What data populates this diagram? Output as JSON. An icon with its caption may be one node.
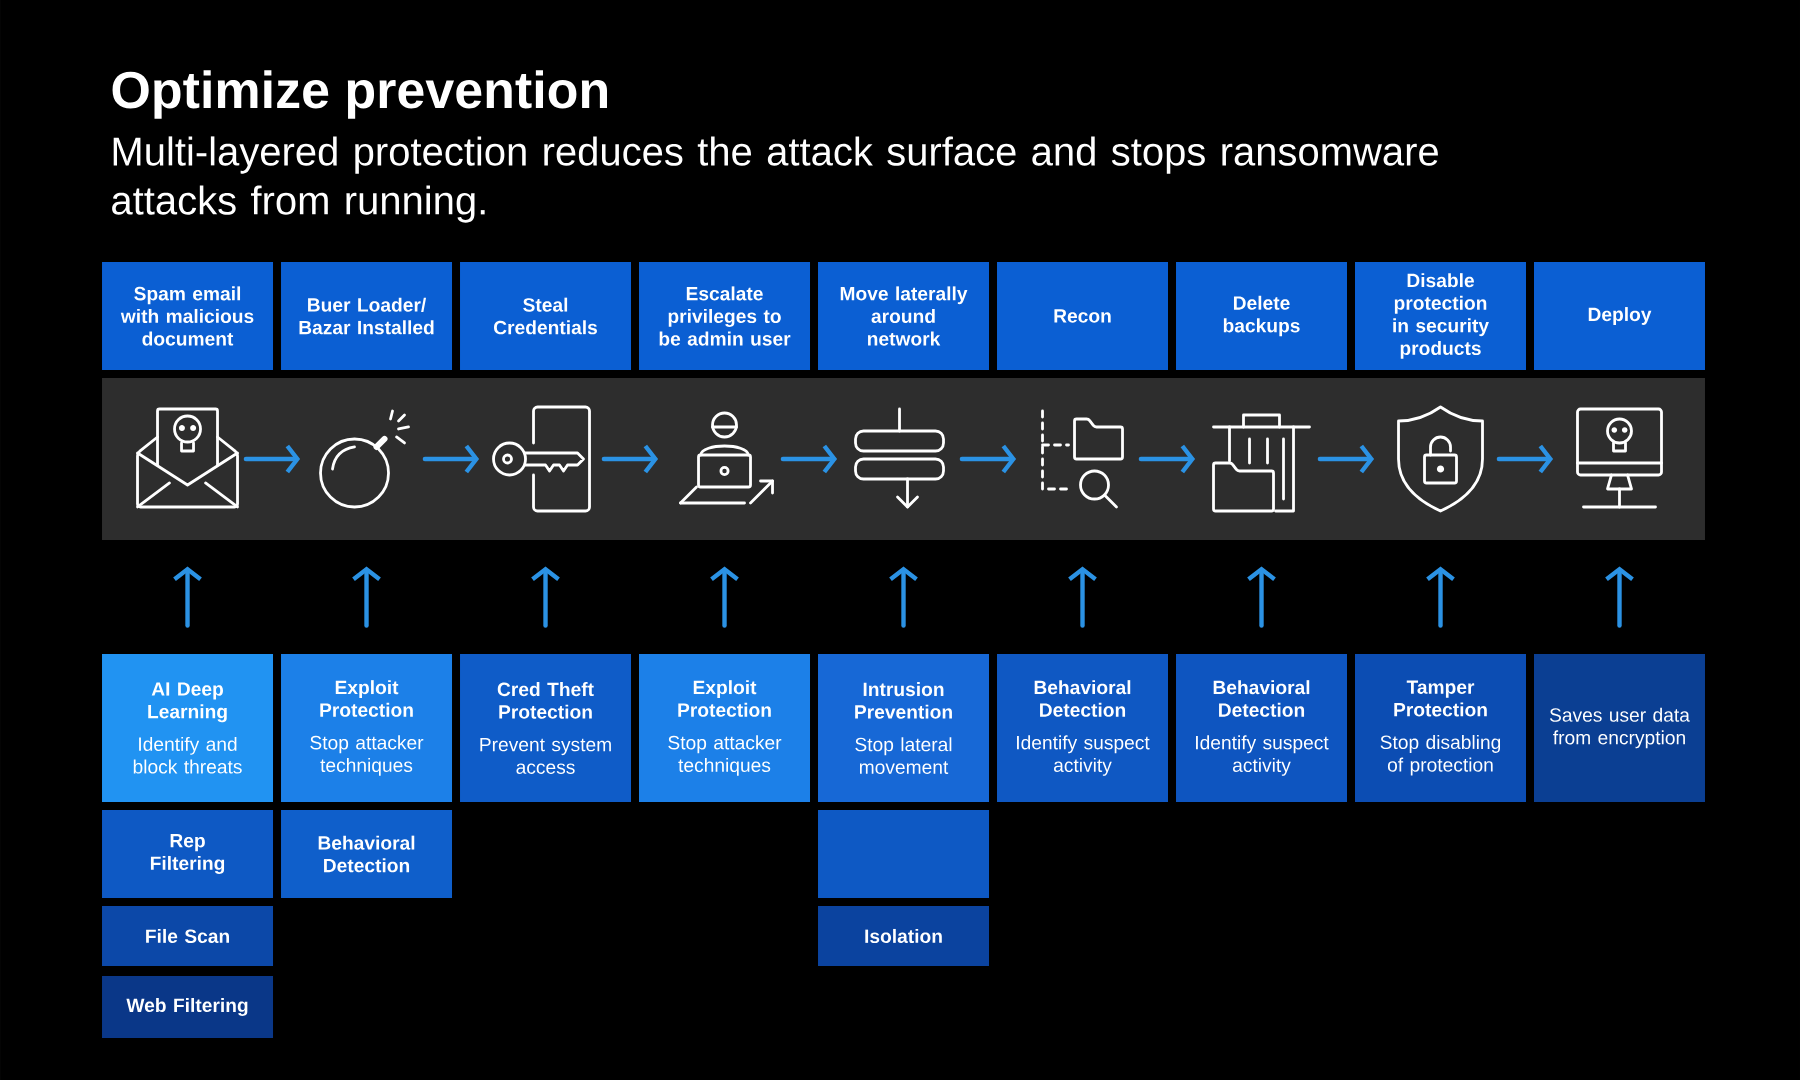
{
  "diagram": {
    "title": "Optimize prevention",
    "nodes": [
      {
        "text": [
          "Spam email with malicious document"
        ]
      },
      {
        "text": [
          "Buer Loader/ Bazar Installed"
        ]
      },
      {
        "text": [
          "Steal Credentials"
        ]
      },
      {
        "text": [
          "Escalate privileges to be admin user"
        ]
      },
      {
        "text": [
          "Move laterally around network"
        ]
      },
      {
        "text": [
          "Recon"
        ]
      },
      {
        "text": [
          "Delete backups"
        ]
      },
      {
        "text": [
          "Disable protection in security products"
        ]
      },
      {
        "text": [
          "Deploy"
        ]
      },
      {
        "text": [],
        "shape": "box"
      },
      {
        "text": [],
        "shape": "picture",
        "in": 9
      },
      {
        "text": [],
        "shape": "picture",
        "in": 9
      },
      {
        "text": [],
        "shape": "picture",
        "in": 9
      },
      {
        "text": [],
        "shape": "picture",
        "in": 9
      },
      {
        "text": [],
        "shape": "picture",
        "in": 9
      },
      {
        "text": [],
        "shape": "picture",
        "in": 9
      },
      {
        "text": [],
        "shape": "picture",
        "in": 9
      },
      {
        "text": [],
        "shape": "picture",
        "in": 9
      },
      {
        "text": [],
        "shape": "picture",
        "in": 9
      },
      {
        "text": [
          "AI Deep Learning",
          "Identify and block threats"
        ]
      },
      {
        "text": [
          "Exploit Protection",
          "Stop attacker techniques"
        ]
      },
      {
        "text": [
          "Cred Theft Protection",
          "Prevent system access"
        ]
      },
      {
        "text": [
          "Exploit Protection",
          "Stop attacker techniques"
        ]
      },
      {
        "text": [
          "Intrusion Prevention",
          "Stop lateral movement"
        ]
      },
      {
        "text": [
          "Behavioral Detection",
          "Identify suspect activity"
        ]
      },
      {
        "text": [
          "Behavioral Detection",
          "Identify suspect activity"
        ]
      },
      {
        "text": [
          "Tamper Protection",
          "Stop disabling of protection"
        ]
      },
      {
        "text": [
          "Saves user data from encryption"
        ]
      },
      {
        "text": [
          "Rep Filtering"
        ]
      },
      {
        "text": [
          "Behavioral Detection"
        ]
      },
      {
        "text": [],
        "shape": "box"
      },
      {
        "text": [
          "File Scan"
        ]
      },
      {
        "text": [
          "Isolation"
        ]
      },
      {
        "text": [
          "Web Filtering"
        ]
      }
    ],
    "edges": [
      {
        "from": 10,
        "to": 11,
        "arrow": "to"
      },
      {
        "from": 11,
        "to": 12,
        "arrow": "to"
      },
      {
        "from": 12,
        "to": 13,
        "arrow": "to"
      },
      {
        "from": 13,
        "to": 14,
        "arrow": "to"
      },
      {
        "from": 14,
        "to": 15,
        "arrow": "to"
      },
      {
        "from": 15,
        "to": 16,
        "arrow": "to"
      },
      {
        "from": 16,
        "to": 17,
        "arrow": "to"
      },
      {
        "from": 17,
        "to": 18,
        "arrow": "to"
      },
      {
        "from": 19,
        "to": 9,
        "arrow": "to"
      },
      {
        "from": 20,
        "to": 9,
        "arrow": "to"
      },
      {
        "from": 21,
        "to": 9,
        "arrow": "to"
      },
      {
        "from": 22,
        "to": 9,
        "arrow": "to"
      },
      {
        "from": 23,
        "to": 9,
        "arrow": "to"
      },
      {
        "from": 24,
        "to": 9,
        "arrow": "to"
      },
      {
        "from": 25,
        "to": 9,
        "arrow": "to"
      },
      {
        "from": 26,
        "to": 9,
        "arrow": "to"
      },
      {
        "from": 27,
        "to": 9,
        "arrow": "to"
      }
    ],
    "labels": [
      "Multi-layered protection reduces the attack surface and stops ransomware attacks from running."
    ]
  }
}
